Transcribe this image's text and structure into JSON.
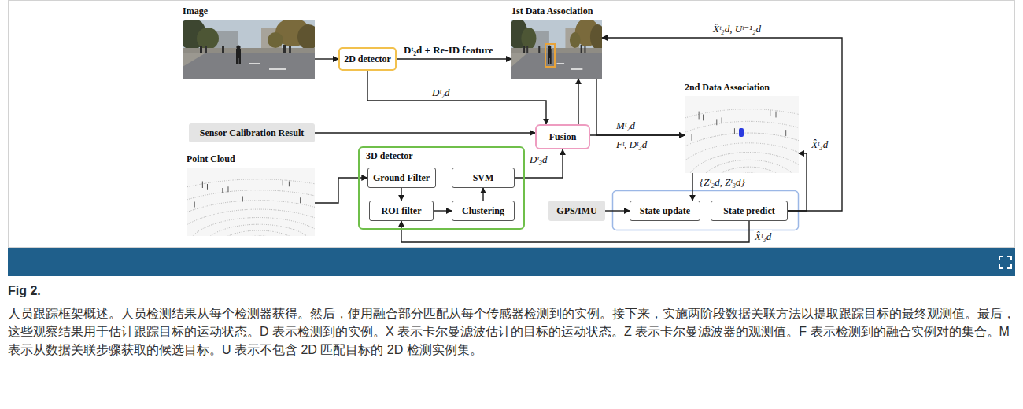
{
  "diagram": {
    "caption": "人员跟踪框架概述。人员检测结果从每个检测器获得。然后，使用融合部分匹配从每个传感器检测到的实例。接下来，实施两阶段数据关联方法以提取跟踪目标的最终观测值。最后，这些观察结果用于估计跟踪目标的运动状态。D 表示检测到的实例。X 表示卡尔曼滤波估计的目标的运动状态。Z 表示卡尔曼滤波器的观测值。F 表示检测到的融合实例对的集合。M 表示从数据关联步骤获取的候选目标。U 表示不包含 2D 匹配目标的 2D 检测实例集。",
    "nodes": [
      {
        "text": [
          "Image"
        ]
      },
      {
        "text": [
          "2D detector"
        ]
      },
      {
        "text": [
          "1st Data Association"
        ]
      },
      {
        "text": [
          "2nd Data Association"
        ]
      },
      {
        "text": [
          "Sensor Calibration Result"
        ]
      },
      {
        "text": [
          "Fusion"
        ]
      },
      {
        "text": [
          "Point Cloud"
        ]
      },
      {
        "text": [
          "3D detector"
        ]
      },
      {
        "text": [
          "Ground Filter"
        ],
        "in": 7
      },
      {
        "text": [
          "SVM"
        ],
        "in": 7
      },
      {
        "text": [
          "ROI filter"
        ],
        "in": 7
      },
      {
        "text": [
          "Clustering"
        ],
        "in": 7
      },
      {
        "text": [
          "GPS/IMU"
        ]
      },
      {
        "text": [
          "State update"
        ]
      },
      {
        "text": [
          "State predict"
        ]
      }
    ],
    "edges": [
      {
        "from": 0,
        "to": 1,
        "arrow": "to"
      },
      {
        "from": 1,
        "to": 2,
        "label": "Dᵗ₂d + Re-ID feature",
        "arrow": "to"
      },
      {
        "from": 1,
        "to": 5,
        "label": "Dᵗ₂d",
        "arrow": "to"
      },
      {
        "from": 4,
        "to": 5,
        "arrow": "to"
      },
      {
        "from": 9,
        "to": 5,
        "label": "Dᵗ₃d",
        "arrow": "to"
      },
      {
        "from": 5,
        "to": 2,
        "arrow": "to"
      },
      {
        "from": 2,
        "to": 3,
        "label": "Mᵗ₂d",
        "arrow": "to"
      },
      {
        "from": 5,
        "to": 3,
        "label": "Fᵗ, Dᵗ₃d",
        "arrow": "to"
      },
      {
        "from": 3,
        "to": 13,
        "label": "{Zᵗ₂d, Zᵗ₃d}",
        "arrow": "to"
      },
      {
        "from": 6,
        "to": 8,
        "arrow": "to"
      },
      {
        "from": 8,
        "to": 10,
        "arrow": "to"
      },
      {
        "from": 10,
        "to": 11,
        "arrow": "to"
      },
      {
        "from": 11,
        "to": 9,
        "arrow": "to"
      },
      {
        "from": 12,
        "to": 13,
        "arrow": "to"
      },
      {
        "from": 14,
        "to": 3,
        "label": "X̂ᵗ₃d",
        "arrow": "to"
      },
      {
        "from": 14,
        "to": 2,
        "label": "X̂ᵗ₂d, Uᵗ⁻¹₂d",
        "arrow": "to"
      },
      {
        "from": 14,
        "to": 10,
        "label": "X̂ᵗ₃d",
        "arrow": "to"
      }
    ],
    "labels": [
      "Fig 2."
    ]
  }
}
